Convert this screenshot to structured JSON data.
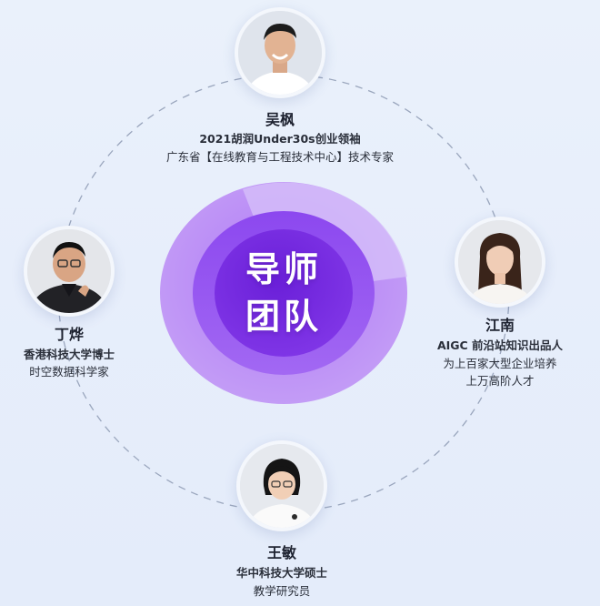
{
  "center": {
    "line1": "导师",
    "line2": "团队"
  },
  "people": {
    "top": {
      "name": "吴枫",
      "line1": "2021胡润Under30s创业领袖",
      "line2": "广东省【在线教育与工程技术中心】技术专家"
    },
    "left": {
      "name": "丁烨",
      "line1": "香港科技大学博士",
      "line2": "时空数据科学家"
    },
    "right": {
      "name": "江南",
      "line1": "AIGC 前沿站知识出品人",
      "line2": "为上百家大型企业培养",
      "line3": "上万高阶人才"
    },
    "bottom": {
      "name": "王敏",
      "line1": "华中科技大学硕士",
      "line2": "教学研究员"
    }
  },
  "colors": {
    "background": "#e8eff9",
    "purple_dark": "#7a2fe0",
    "purple_mid": "#9a5df0",
    "purple_light": "#c9a8f7",
    "orbit": "#9aa6bd"
  }
}
